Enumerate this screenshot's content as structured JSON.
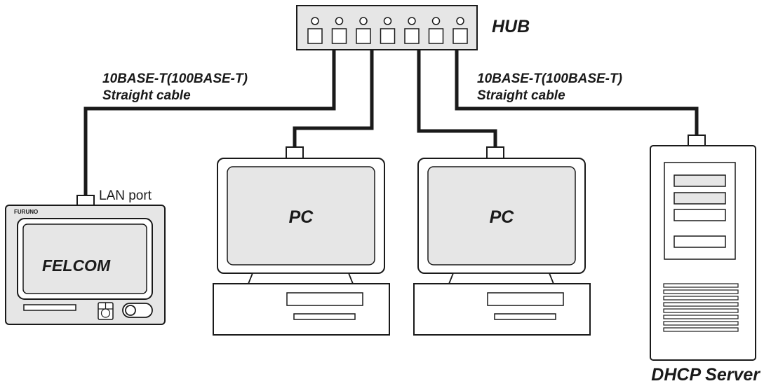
{
  "hub": {
    "label": "HUB",
    "port_count": 7
  },
  "cables": {
    "left": {
      "line1": "10BASE-T(100BASE-T)",
      "line2": "Straight cable"
    },
    "right": {
      "line1": "10BASE-T(100BASE-T)",
      "line2": "Straight cable"
    }
  },
  "felcom": {
    "brand": "FURUNO",
    "screen_label": "FELCOM",
    "port_label": "LAN port"
  },
  "pc1": {
    "label": "PC"
  },
  "pc2": {
    "label": "PC"
  },
  "server": {
    "label": "DHCP Server"
  },
  "colors": {
    "stroke": "#1a1a1a",
    "panel_fill": "#e6e6e6",
    "background": "#ffffff"
  }
}
